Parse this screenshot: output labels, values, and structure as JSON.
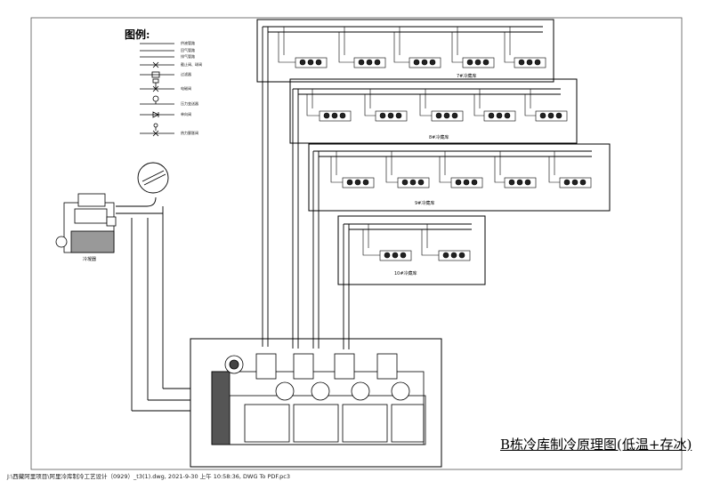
{
  "legend": {
    "title": "图例:",
    "items": [
      {
        "label": "供液管路",
        "icon": "solid-line"
      },
      {
        "label": "回气管路",
        "icon": "solid-line"
      },
      {
        "label": "排气管路",
        "icon": "solid-line"
      },
      {
        "label": "截止阀、球阀",
        "icon": "stop-valve"
      },
      {
        "label": "过滤器",
        "icon": "filter"
      },
      {
        "label": "电磁阀",
        "icon": "solenoid-valve"
      },
      {
        "label": "压力变送器",
        "icon": "pressure-transmitter"
      },
      {
        "label": "单向阀",
        "icon": "check-valve"
      },
      {
        "label": "热力膨胀阀",
        "icon": "expansion-valve"
      }
    ]
  },
  "rooms": [
    {
      "label": "7#冷藏库",
      "evaporators": 5
    },
    {
      "label": "8#冷藏库",
      "evaporators": 5
    },
    {
      "label": "9#冷藏库",
      "evaporators": 5
    },
    {
      "label": "10#冷藏库",
      "evaporators": 2
    }
  ],
  "condenser": {
    "label": "冷凝器"
  },
  "title": "B栋冷库制冷原理图(低温+存冰)",
  "footer": "J:\\西藏阿里项目\\阿里冷库制冷工艺设计（0929）_t3(1).dwg, 2021-9-30 上午 10:58:36, DWG To PDF.pc3"
}
